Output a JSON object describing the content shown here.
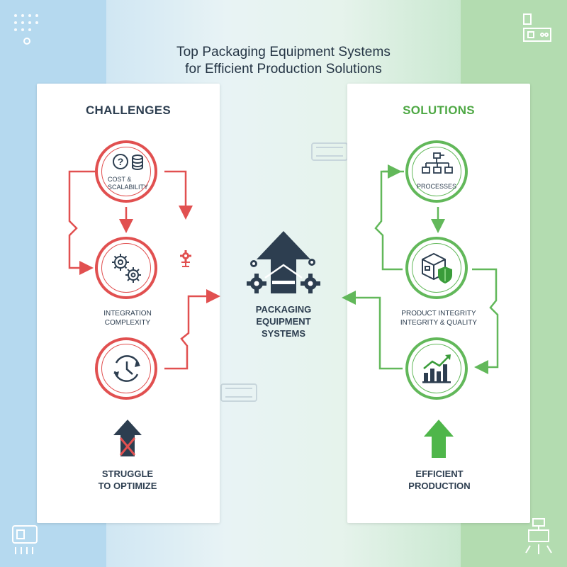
{
  "title": {
    "line1": "Top Packaging Equipment Systems",
    "line2": "for Efficient Production Solutions"
  },
  "center": {
    "label": [
      "PACKAGING",
      "EQUIPMENT",
      "SYSTEMS"
    ],
    "icon": "upload-arrow-with-gears-icon"
  },
  "challenges": {
    "heading": "CHALLENGES",
    "steps": [
      {
        "label_lines": [
          "COST &",
          "SCALABILITY"
        ],
        "icon": "question-coins-icon"
      },
      {
        "label_lines": [
          "INTEGRATION",
          "COMPLEXITY"
        ],
        "icon": "gears-icon"
      },
      {
        "label_lines": [],
        "icon": "clock-refresh-icon"
      }
    ],
    "outcome": [
      "STRUGGLE",
      "TO OPTIMIZE"
    ],
    "outcome_icon": "blocked-arrow-icon",
    "color": "#e15050"
  },
  "solutions": {
    "heading": "SOLUTIONS",
    "steps": [
      {
        "label_lines": [
          "PROCESSES"
        ],
        "icon": "flowchart-icon"
      },
      {
        "label_lines": [
          "PRODUCT INTEGRITY",
          "INTEGRITY & QUALITY"
        ],
        "icon": "box-shield-icon"
      },
      {
        "label_lines": [],
        "icon": "growth-chart-icon"
      }
    ],
    "outcome": [
      "EFFICIENT",
      "PRODUCTION"
    ],
    "outcome_icon": "up-arrow-icon",
    "color": "#62b85a"
  },
  "colors": {
    "dark": "#2d3e50",
    "red": "#e15050",
    "green": "#62b85a"
  }
}
